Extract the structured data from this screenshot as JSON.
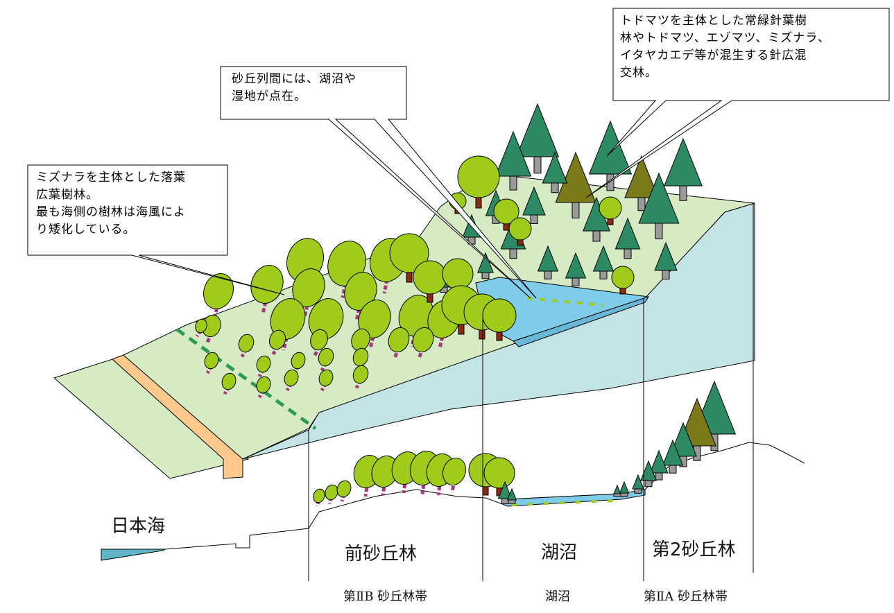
{
  "callouts": {
    "left": "ミズナラを主体とした落葉\n広葉樹林。\n最も海側の樹林は海風によ\nり矮化している。",
    "middle": "砂丘列間には、湖沼や\n湿地が点在。",
    "right": "トドマツを主体とした常緑針葉樹\n林やトドマツ、エゾマツ、ミズナラ、\nイタヤカエデ等が混生する針広混\n交林。"
  },
  "profile_labels": {
    "sea": "日本海",
    "front_dune": "前砂丘林",
    "lake": "湖沼",
    "second_dune": "第2砂丘林"
  },
  "zone_captions": {
    "zone_2b": "第ⅡB 砂丘林帯",
    "lake": "湖沼",
    "zone_2a": "第ⅡA 砂丘林帯"
  },
  "colors": {
    "ground_top": "#d6ebc4",
    "ground_side": "#c3e3e4",
    "beach_strip": "#ffc98e",
    "water": "#7fcbea",
    "deciduous_tree": "#9fcc1a",
    "trunk_deciduous": "#a23a7c",
    "conifer": "#2e8a64",
    "conifer_dark": "#7a7a1a",
    "trunk_conifer": "#9a9a9a",
    "dashed_line": "#2a9a55"
  }
}
